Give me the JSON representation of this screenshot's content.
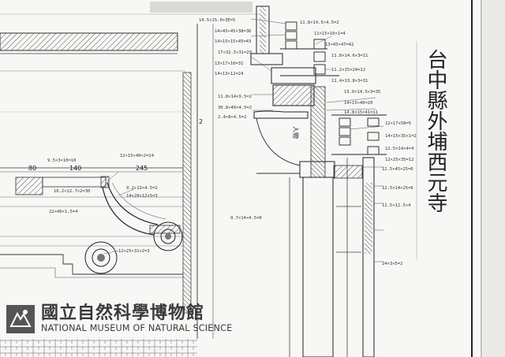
{
  "drawing": {
    "title_vertical": "台中縣外埔西元寺",
    "dimensions": {
      "d80": "80",
      "d140": "140",
      "d245": "245",
      "d2": "2",
      "side_label": "人物"
    },
    "annotations_upper": [
      "14.5×15.0×3E=5",
      "14×45×45×38=36",
      "14×15×15×45=43",
      "17×32.5×31=20",
      "13×17×10=31",
      "14×13×12=24",
      "11.8×14.5×4.5=2",
      "11×15×10×1=4",
      "13×45×47=42",
      "11.8×14.6×3=11",
      "11.2×15×24=12",
      "11.4×13.8×3=31",
      "13.0×14.5×3=35"
    ],
    "annotations_middle": [
      "11.8×14×9.5=2",
      "30.8×40×4.5=2",
      "2.4×8×4.5=2",
      "14×15×40=20",
      "14.8×15×41=11",
      "12×17×58=5",
      "14×15×35×1=2",
      "12.5×14×4=4",
      "12×25×35=12"
    ],
    "annotations_lower": [
      "12×15×40×2=24",
      "9.5×3×10=10",
      "9.2×13×4.5=2",
      "14×20×12×5=3",
      "10.2×12.7×2=30",
      "22×40×1.5=4",
      "12×25×31×2=3",
      "9.7×14×4.5=0",
      "12.5×45×25=6",
      "12.5×14×25=6",
      "11.5×12.5×4",
      "24×3×5=2"
    ]
  },
  "watermark": {
    "name_zh": "國立自然科學博物館",
    "name_en": "NATIONAL MUSEUM OF NATURAL SCIENCE",
    "logo_icon": "museum-logo-icon"
  }
}
